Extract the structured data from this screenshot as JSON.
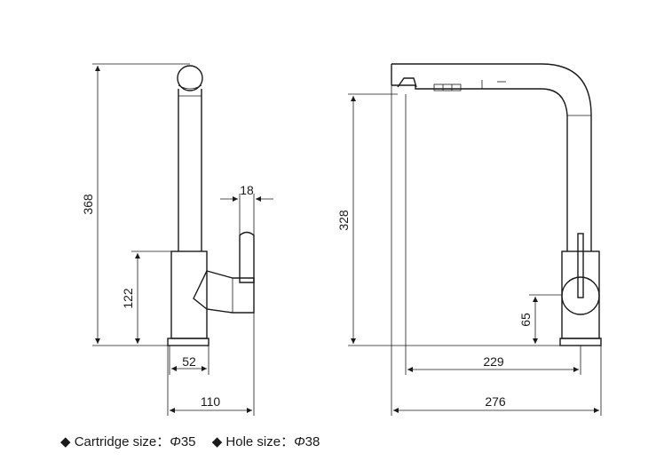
{
  "dimensions": {
    "left_height": "368",
    "left_body_height": "122",
    "handle_width": "18",
    "base_width": "52",
    "total_width_left": "110",
    "right_height": "328",
    "right_handle_height": "65",
    "reach": "229",
    "total_width_right": "276"
  },
  "specs": {
    "cartridge_label": "Cartridge size：",
    "cartridge_value": "35",
    "hole_label": "Hole size：",
    "hole_value": "38",
    "bullet": "◆",
    "diameter_symbol": "Φ"
  }
}
